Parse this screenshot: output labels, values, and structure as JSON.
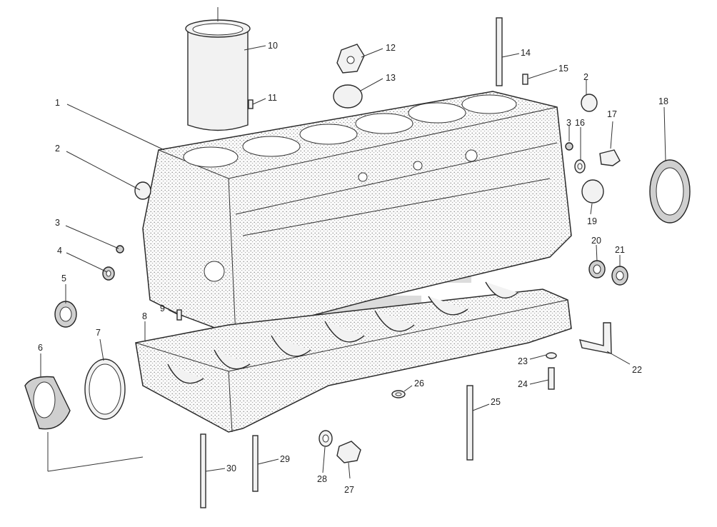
{
  "callouts": [
    {
      "id": "1",
      "label": "1"
    },
    {
      "id": "2a",
      "label": "2"
    },
    {
      "id": "2b",
      "label": "2"
    },
    {
      "id": "3a",
      "label": "3"
    },
    {
      "id": "3b",
      "label": "3"
    },
    {
      "id": "4",
      "label": "4"
    },
    {
      "id": "5",
      "label": "5"
    },
    {
      "id": "6",
      "label": "6"
    },
    {
      "id": "7",
      "label": "7"
    },
    {
      "id": "8",
      "label": "8"
    },
    {
      "id": "9",
      "label": "9"
    },
    {
      "id": "10",
      "label": "10"
    },
    {
      "id": "11",
      "label": "11"
    },
    {
      "id": "12",
      "label": "12"
    },
    {
      "id": "13",
      "label": "13"
    },
    {
      "id": "14",
      "label": "14"
    },
    {
      "id": "15",
      "label": "15"
    },
    {
      "id": "16",
      "label": "16"
    },
    {
      "id": "17",
      "label": "17"
    },
    {
      "id": "18",
      "label": "18"
    },
    {
      "id": "19",
      "label": "19"
    },
    {
      "id": "20",
      "label": "20"
    },
    {
      "id": "21",
      "label": "21"
    },
    {
      "id": "22",
      "label": "22"
    },
    {
      "id": "23",
      "label": "23"
    },
    {
      "id": "24",
      "label": "24"
    },
    {
      "id": "25",
      "label": "25"
    },
    {
      "id": "26",
      "label": "26"
    },
    {
      "id": "27",
      "label": "27"
    },
    {
      "id": "28",
      "label": "28"
    },
    {
      "id": "29",
      "label": "29"
    },
    {
      "id": "30",
      "label": "30"
    }
  ]
}
